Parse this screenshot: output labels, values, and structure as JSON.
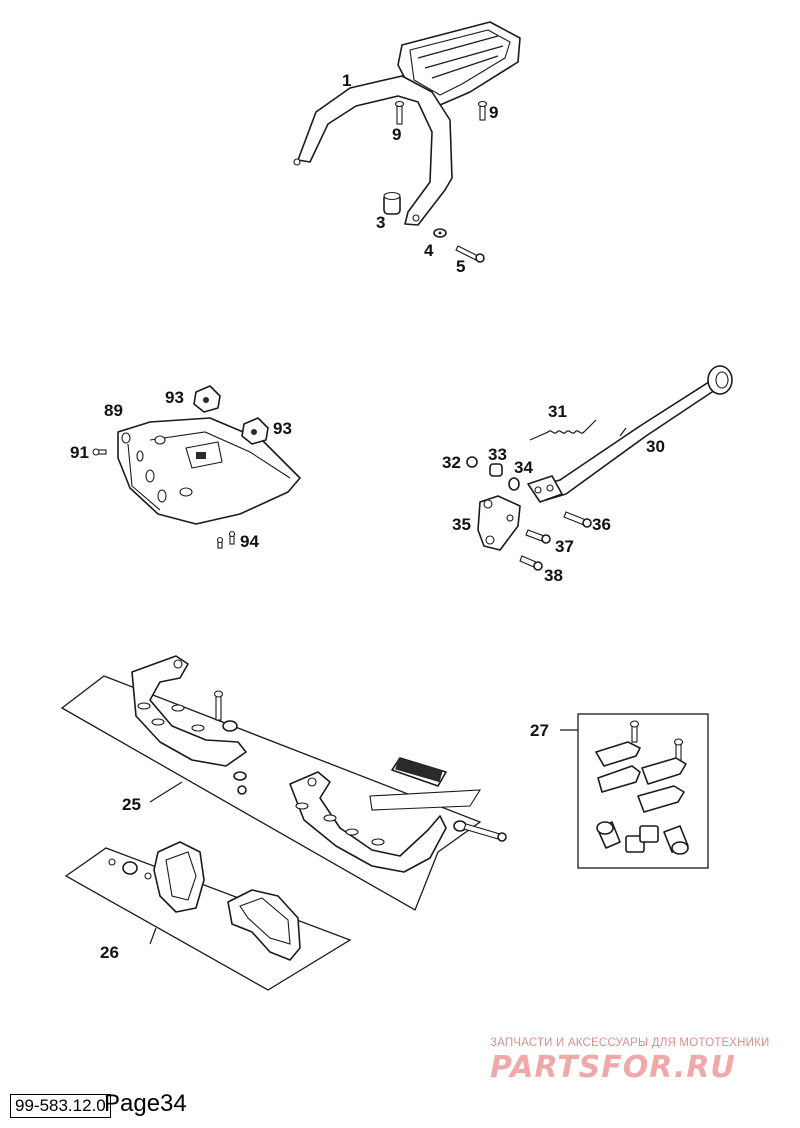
{
  "callouts": {
    "c1": "1",
    "c9a": "9",
    "c9b": "9",
    "c3": "3",
    "c4": "4",
    "c5": "5",
    "c89": "89",
    "c93a": "93",
    "c93b": "93",
    "c91": "91",
    "c94": "94",
    "c31": "31",
    "c30": "30",
    "c32": "32",
    "c33": "33",
    "c34": "34",
    "c35": "35",
    "c36": "36",
    "c37": "37",
    "c38": "38",
    "c25": "25",
    "c26": "26",
    "c27": "27"
  },
  "watermark": {
    "tagline": "ЗАПЧАСТИ И АКСЕССУАРЫ ДЛЯ МОТОТЕХНИКИ",
    "logo": "PARTSFOR.RU",
    "color": "#ee9a9a"
  },
  "footer": {
    "code": "99-583.12.0",
    "page": "Page34"
  }
}
